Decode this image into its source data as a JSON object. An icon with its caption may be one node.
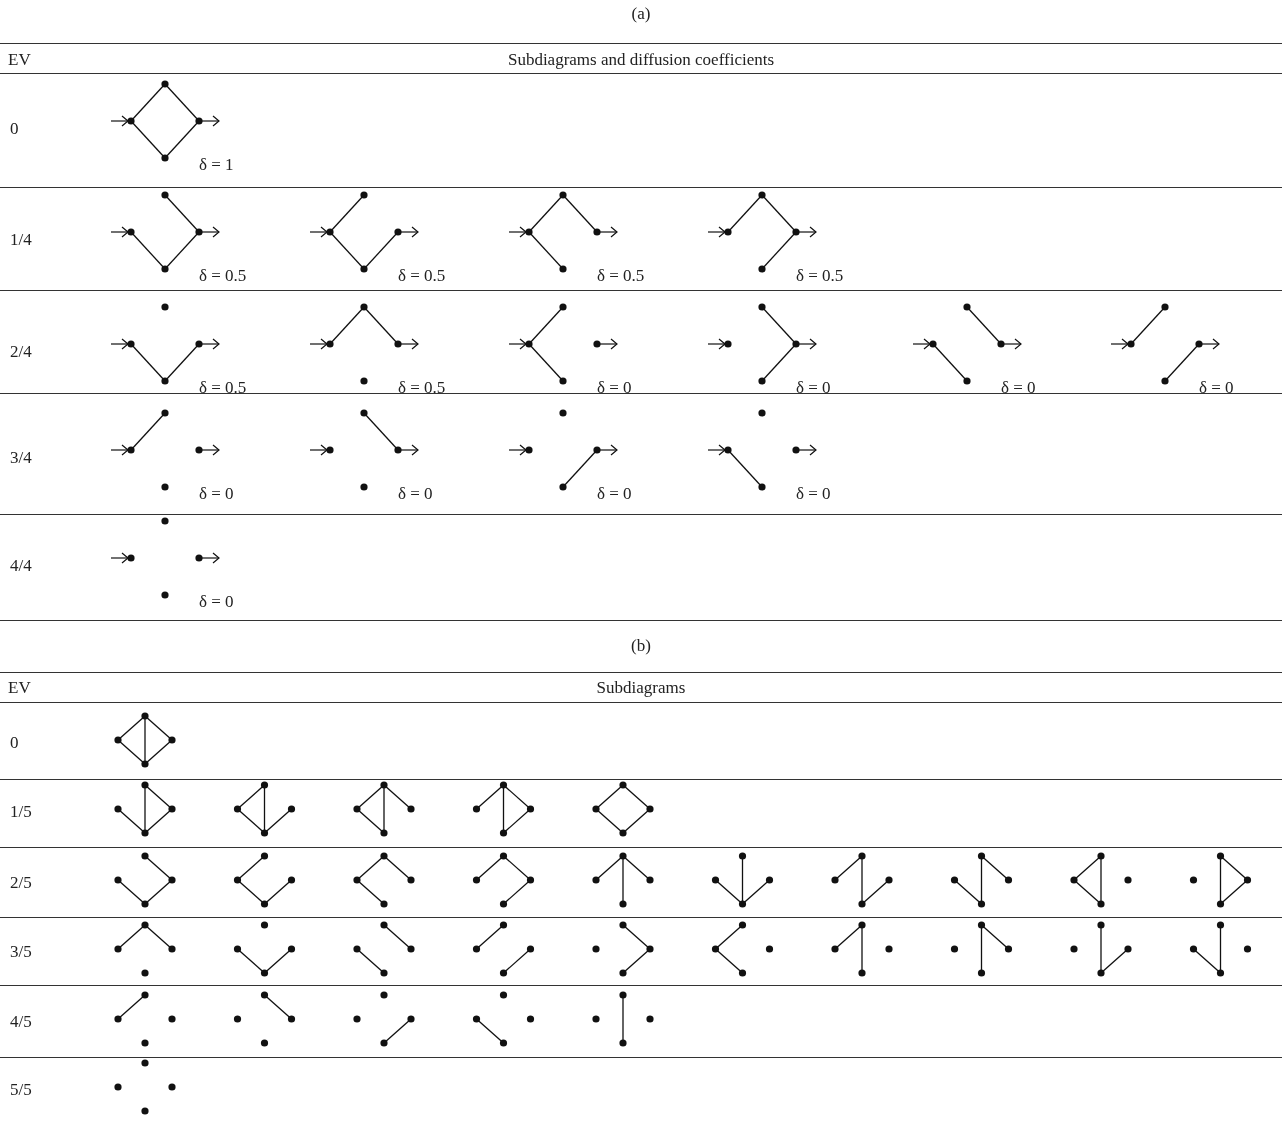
{
  "diagram": {
    "labels": [
      "(a)",
      "EV",
      "Subdiagrams and diffusion coefficients",
      "0",
      "δ = 1",
      "1/4",
      "δ = 0.5",
      "δ = 0.5",
      "δ = 0.5",
      "δ = 0.5",
      "2/4",
      "δ = 0.5",
      "δ = 0.5",
      "δ = 0",
      "δ = 0",
      "δ = 0",
      "δ = 0",
      "3/4",
      "δ = 0",
      "δ = 0",
      "δ = 0",
      "δ = 0",
      "4/4",
      "δ = 0",
      "(b)",
      "EV",
      "Subdiagrams",
      "0",
      "1/5",
      "2/5",
      "3/5",
      "4/5",
      "5/5"
    ]
  }
}
